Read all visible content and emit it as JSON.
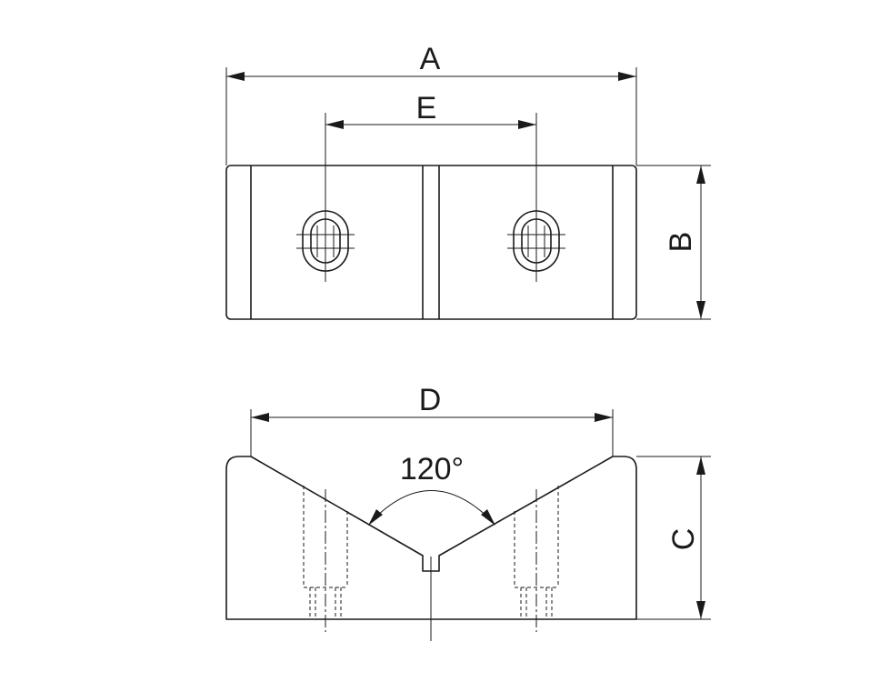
{
  "dimensions": {
    "a": "A",
    "b": "B",
    "c": "C",
    "d": "D",
    "e": "E"
  },
  "angle": "120°"
}
